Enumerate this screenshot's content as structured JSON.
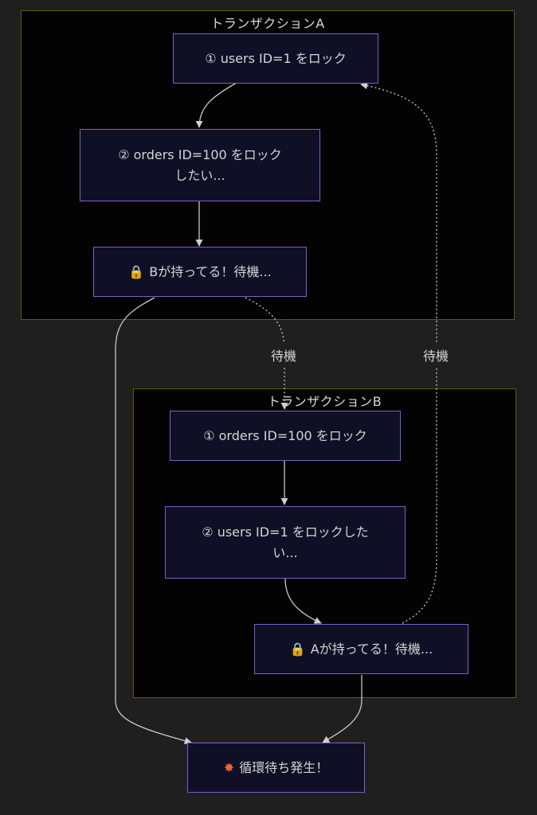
{
  "clusters": {
    "a": {
      "title": "トランザクションA"
    },
    "b": {
      "title": "トランザクションB"
    }
  },
  "nodes": {
    "a1": {
      "text": "① users ID=1 をロック"
    },
    "a2": {
      "text": "② orders ID=100 をロック\nしたい..."
    },
    "a3": {
      "icon": "lock-icon",
      "text": "Bが持ってる！待機..."
    },
    "b1": {
      "text": "① orders ID=100 をロック"
    },
    "b2": {
      "text": "② users ID=1 をロックした\nい..."
    },
    "b3": {
      "icon": "lock-icon",
      "text": "Aが持ってる！待機..."
    },
    "deadlock": {
      "icon": "collision-icon",
      "text": "循環待ち発生！"
    }
  },
  "edges": [
    {
      "from": "a1",
      "to": "a2",
      "style": "solid",
      "label": ""
    },
    {
      "from": "a2",
      "to": "a3",
      "style": "solid",
      "label": ""
    },
    {
      "from": "a3",
      "to": "b1",
      "style": "dotted",
      "label": "待機"
    },
    {
      "from": "b3",
      "to": "a1",
      "style": "dotted",
      "label": "待機"
    },
    {
      "from": "b1",
      "to": "b2",
      "style": "solid",
      "label": ""
    },
    {
      "from": "b2",
      "to": "b3",
      "style": "solid",
      "label": ""
    },
    {
      "from": "a3",
      "to": "deadlock",
      "style": "solid",
      "label": ""
    },
    {
      "from": "b3",
      "to": "deadlock",
      "style": "solid",
      "label": ""
    }
  ],
  "colors": {
    "background": "#1f1f1f",
    "cluster_fill": "#030303",
    "cluster_border": "#5f5a10",
    "node_fill": "#0f1025",
    "node_border": "#7c5fc7",
    "edge": "#c8c8c8"
  }
}
